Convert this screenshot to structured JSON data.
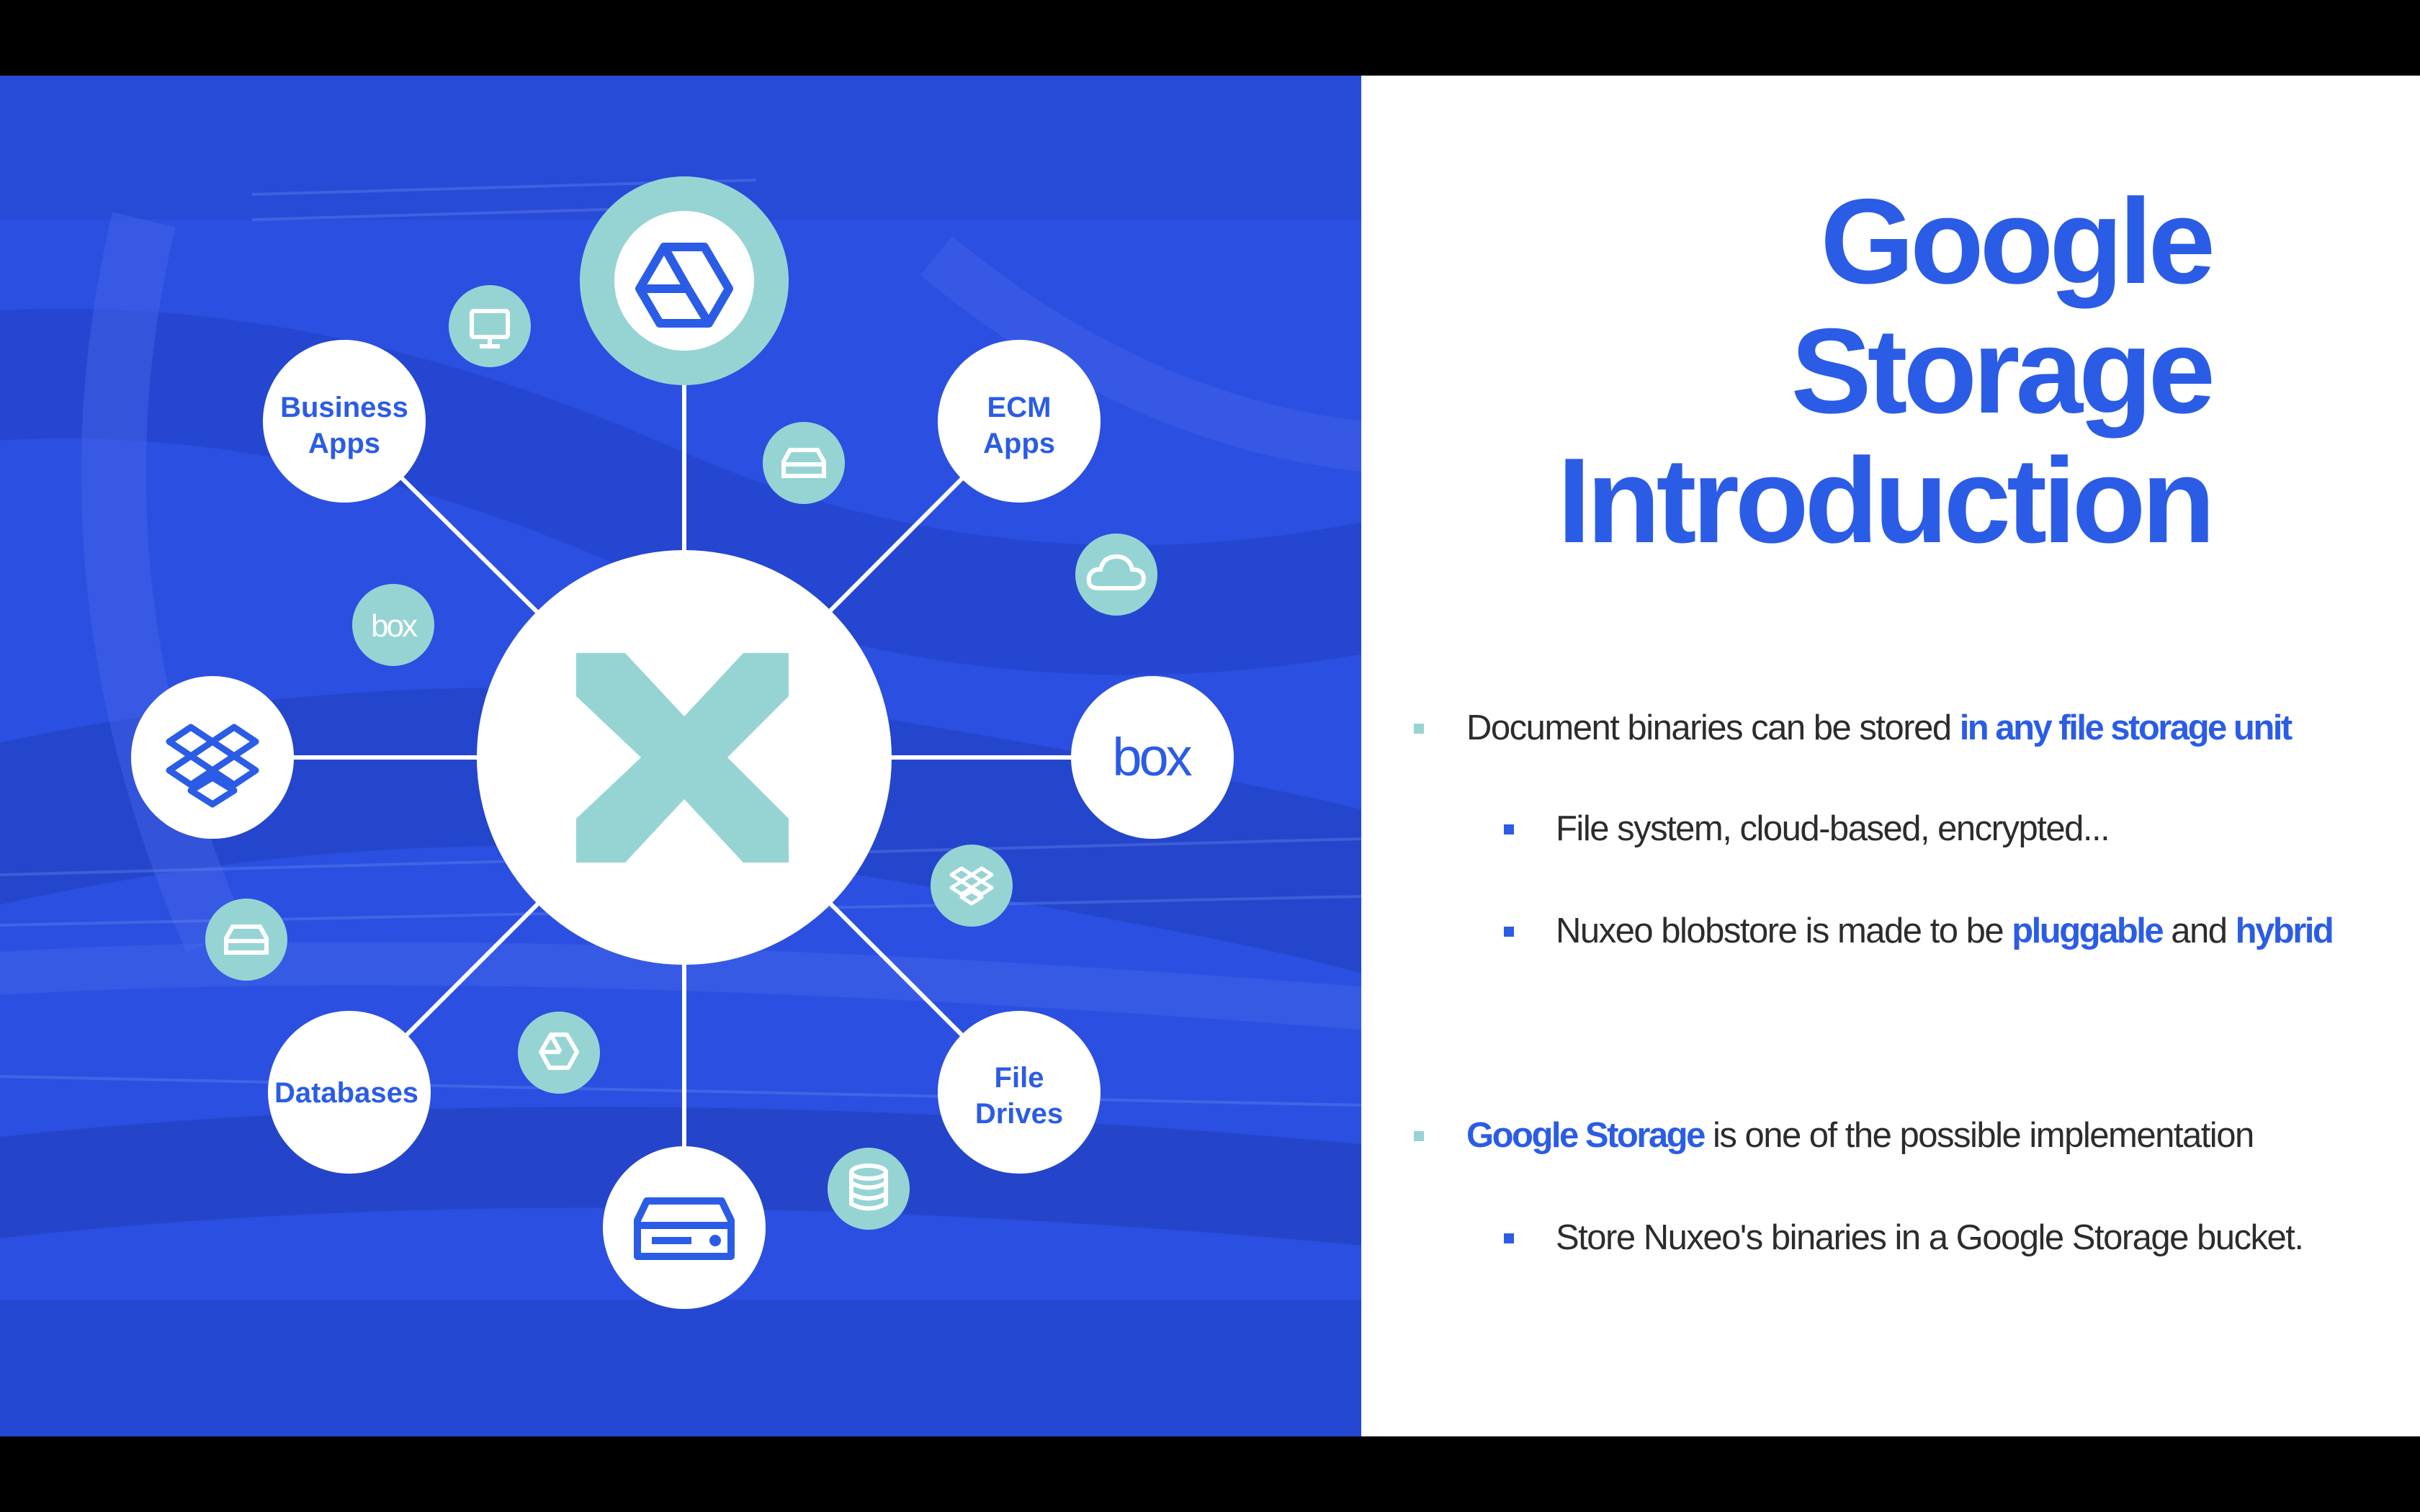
{
  "title": {
    "line1": "Google",
    "line2": "Storage",
    "line3": "Introduction"
  },
  "diagram": {
    "nodes": {
      "business_apps": {
        "line1": "Business",
        "line2": "Apps"
      },
      "ecm_apps": {
        "line1": "ECM",
        "line2": "Apps"
      },
      "databases": "Databases",
      "file_drives": {
        "line1": "File",
        "line2": "Drives"
      },
      "box_text": "box"
    },
    "small_icons": [
      "monitor-icon",
      "hard-drive-icon",
      "cloud-icon",
      "box-logo-icon",
      "dropbox-icon",
      "hard-drive-icon",
      "google-drive-icon",
      "database-icon"
    ],
    "hub_icon": "nuxeo-x-logo-icon"
  },
  "bullets": {
    "b1": {
      "text": "Document binaries can be stored ",
      "highlight": "in any file storage unit"
    },
    "b2": {
      "text": "File system, cloud-based, encrypted..."
    },
    "b3": {
      "text": "Nuxeo blobstore is made to be ",
      "highlight1": "pluggable",
      "middle": " and ",
      "highlight2": "hybrid"
    },
    "b4": {
      "highlight": "Google Storage",
      "text": " is one of the possible implementation"
    },
    "b5": {
      "text": "Store Nuxeo's binaries in a Google Storage bucket."
    }
  },
  "colors": {
    "blue": "#2b5ce6",
    "panel_blue": "#2b4fe0",
    "teal": "#96d4d4",
    "text": "#2c2c2c",
    "white": "#ffffff"
  }
}
